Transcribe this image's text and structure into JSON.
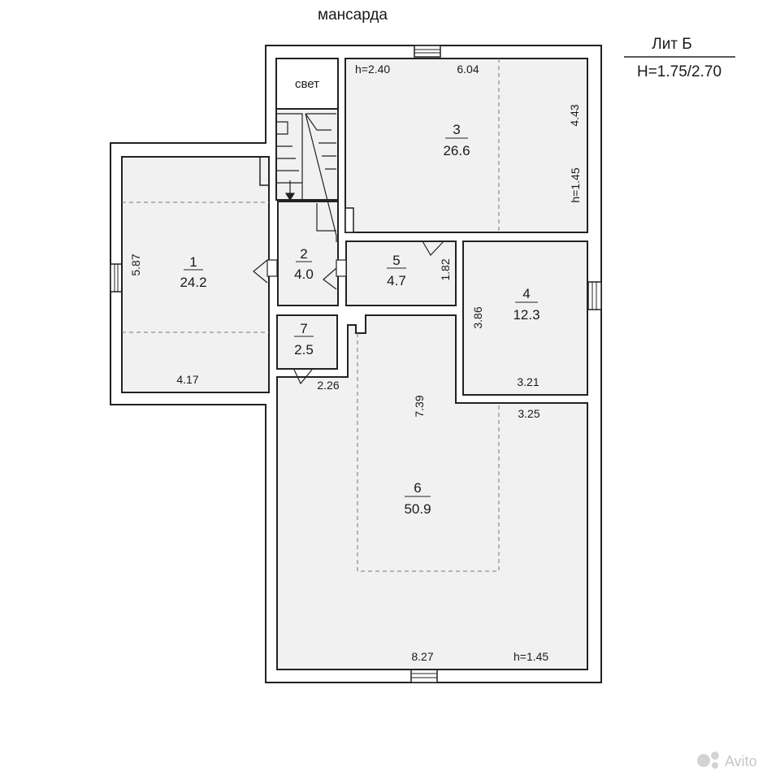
{
  "plan": {
    "floor_label": "мансарда",
    "lit_label": "Лит Б",
    "height_label": "H=1.75/2.70",
    "watermark": "Avito",
    "rooms": [
      {
        "num": "1",
        "area": "24.2"
      },
      {
        "num": "2",
        "area": "4.0"
      },
      {
        "num": "3",
        "area": "26.6"
      },
      {
        "num": "4",
        "area": "12.3"
      },
      {
        "num": "5",
        "area": "4.7"
      },
      {
        "num": "6",
        "area": "50.9"
      },
      {
        "num": "7",
        "area": "2.5"
      }
    ],
    "stair_label": "свет",
    "dims": {
      "r1_height": "5.87",
      "r1_width": "4.17",
      "r3_h": "h=2.40",
      "r3_width": "6.04",
      "r3_depth": "4.43",
      "r3_h2": "h=1.45",
      "r5_depth": "1.82",
      "r4_height": "3.86",
      "r4_width": "3.21",
      "r6_depth": "7.39",
      "r6_w1": "3.25",
      "r7_width": "2.26",
      "r6_width": "8.27",
      "r6_h": "h=1.45"
    }
  }
}
